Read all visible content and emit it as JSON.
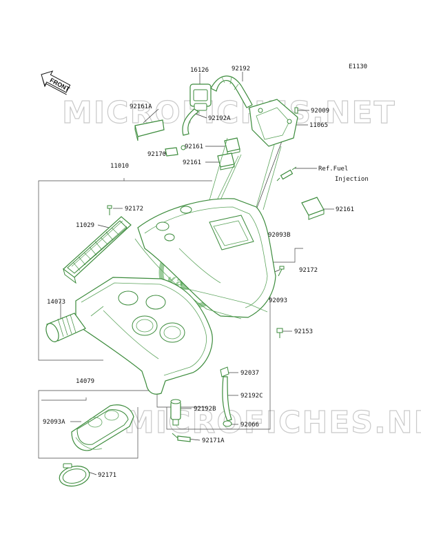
{
  "diagram_code": "E1130",
  "front_label": "FRONT",
  "watermark_text": "MICROFICHES.NET",
  "logo_text": "Kawasaki",
  "ref_note": {
    "line1": "Ref.Fuel",
    "line2": "Injection"
  },
  "colors": {
    "part_stroke": "#3a8a3a",
    "watermark": "#c9c9c9",
    "logo": "#4aa34a"
  },
  "parts": {
    "p16126": "16126",
    "p92192": "92192",
    "p92161A": "92161A",
    "p92192A": "92192A",
    "p92009": "92009",
    "p11065": "11065",
    "p92170": "92170",
    "p92161_a": "92161",
    "p92161_b": "92161",
    "p92161_c": "92161",
    "p11010": "11010",
    "p92172_a": "92172",
    "p11029": "11029",
    "p92093B": "92093B",
    "p92172_b": "92172",
    "p14073": "14073",
    "p92093": "92093",
    "p92153": "92153",
    "p92037": "92037",
    "p14079": "14079",
    "p92192C": "92192C",
    "p92192B": "92192B",
    "p92093A": "92093A",
    "p92066": "92066",
    "p92171A": "92171A",
    "p92171": "92171"
  }
}
